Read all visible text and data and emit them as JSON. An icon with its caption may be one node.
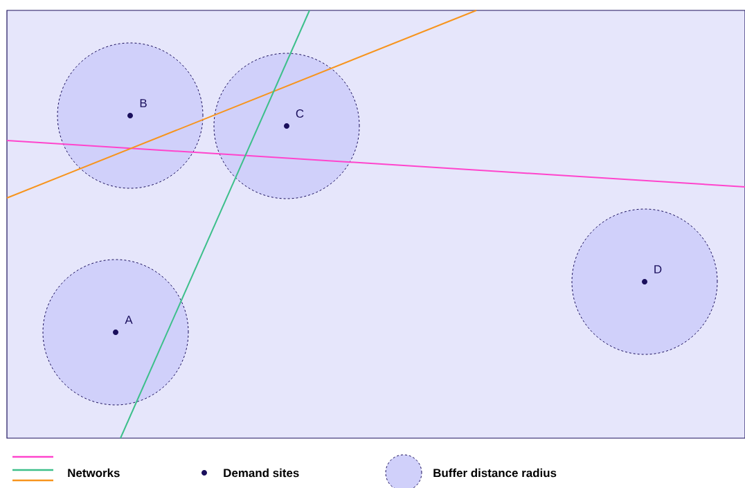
{
  "diagram": {
    "nodes": [
      {
        "text": [
          "B"
        ]
      },
      {
        "text": [
          "C"
        ]
      },
      {
        "text": [
          "D"
        ]
      },
      {
        "text": [
          "A"
        ]
      }
    ],
    "legend": [
      {
        "text": "Networks"
      },
      {
        "text": "Demand sites"
      },
      {
        "text": "Buffer distance radius"
      }
    ]
  }
}
